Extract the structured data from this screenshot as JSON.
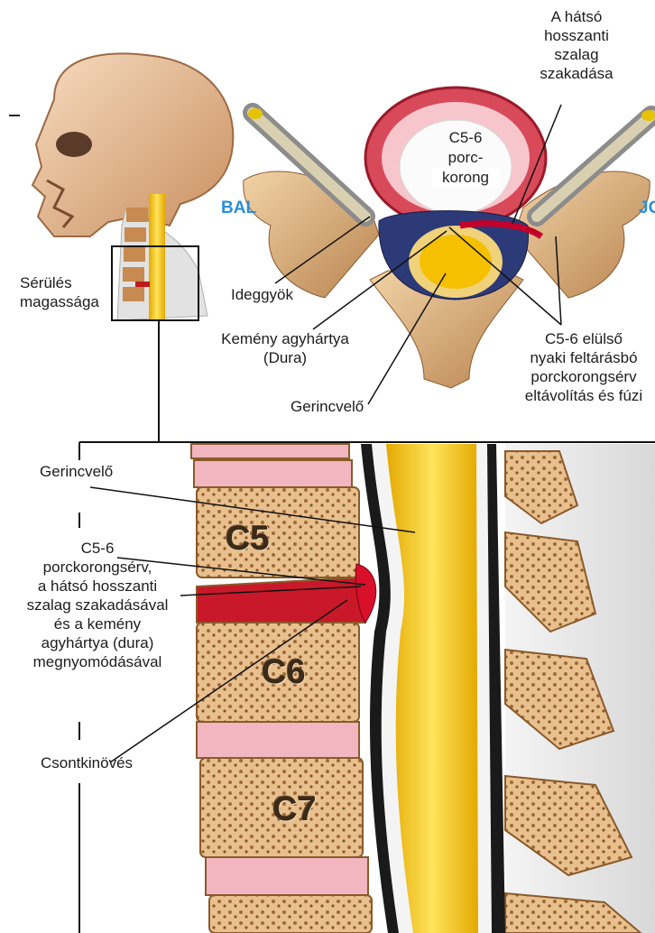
{
  "top_section": {
    "posterior_ligament_tear": [
      "A hátsó",
      "hosszanti",
      "szalag",
      "szakadása"
    ],
    "disc_label": [
      "C5-6",
      "porc-",
      "korong"
    ],
    "left_side": "BAL",
    "right_side": "JO",
    "injury_level": [
      "Sérülés",
      "magassága"
    ],
    "nerve_root": "Ideggyök",
    "dura": [
      "Kemény agyhártya",
      "(Dura)"
    ],
    "spinal_cord_top": "Gerincvelő",
    "surgery": [
      "C5-6 elülső",
      "nyaki feltárásbó",
      "porckorongsérv",
      "eltávolítás és fúzi"
    ]
  },
  "bottom_section": {
    "spinal_cord": "Gerincvelő",
    "herniation": [
      "C5-6",
      "porckorongsérv,",
      "a hátsó hosszanti",
      "szalag szakadásával",
      "és a kemény",
      "agyhártya (dura)",
      "megnyomódásával"
    ],
    "bone_spur": "Csontkinövés",
    "vertebrae": [
      "C5",
      "C6",
      "C7"
    ]
  }
}
